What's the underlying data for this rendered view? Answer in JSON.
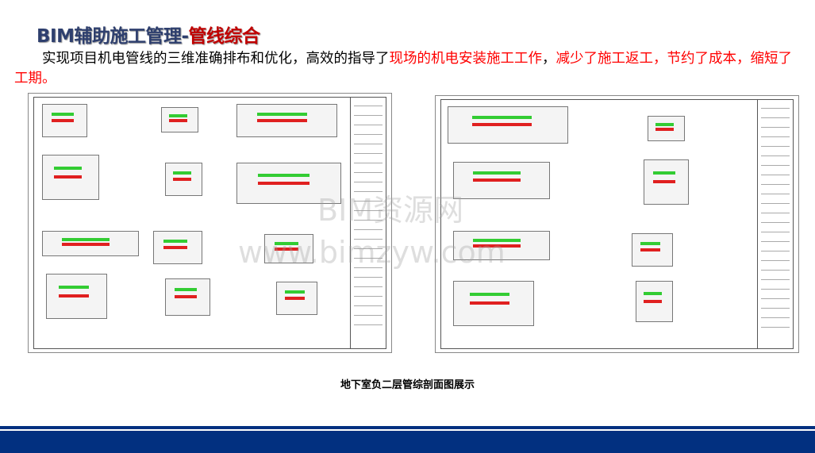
{
  "title": {
    "main": "BIM辅助施工管理-",
    "highlight": "管线综合"
  },
  "body": {
    "text_black_1": "实现项目机电管线的三维准确排布和优化，高效的指导了",
    "text_red_1": "现场的机电安装施工工作",
    "text_black_2": "，",
    "text_red_2": "减少了施工返工，节约了成本，缩短了工期。"
  },
  "watermark": {
    "line1": "BIM资源网",
    "line2": "www.bimzyw.com"
  },
  "caption": "地下室负二层管综剖面图展示",
  "colors": {
    "title": "#2e3f6e",
    "accent": "#c00000",
    "band": "#023080",
    "duct_green": "#33cc33",
    "duct_red": "#e02020"
  }
}
